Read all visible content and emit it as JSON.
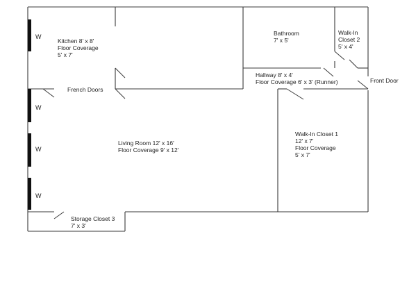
{
  "windows_label": "W",
  "rooms": {
    "kitchen": {
      "name": "Kitchen 8' x 8'",
      "coverage": "Floor Coverage",
      "coverage_size": "5' x 7'"
    },
    "french_doors": "French Doors",
    "living_room": {
      "name": "Living Room 12' x 16'",
      "coverage": "Floor Coverage 9' x 12'"
    },
    "bathroom": {
      "name": "Bathroom",
      "size": "7' x 5'"
    },
    "walkin_closet_2": {
      "line1": "Walk-In",
      "line2": "Closet 2",
      "size": "5' x 4'"
    },
    "hallway": {
      "name": "Hallway 8' x 4'",
      "coverage": "Floor Coverage 6' x 3' (Runner)"
    },
    "front_door": "Front Door",
    "walkin_closet_1": {
      "name": "Walk-In Closet 1",
      "size": "12' x 7'",
      "coverage": "Floor Coverage",
      "coverage_size": "5' x 7'"
    },
    "storage_closet_3": {
      "name": "Storage Closet 3",
      "size": "7' x 3'"
    }
  }
}
